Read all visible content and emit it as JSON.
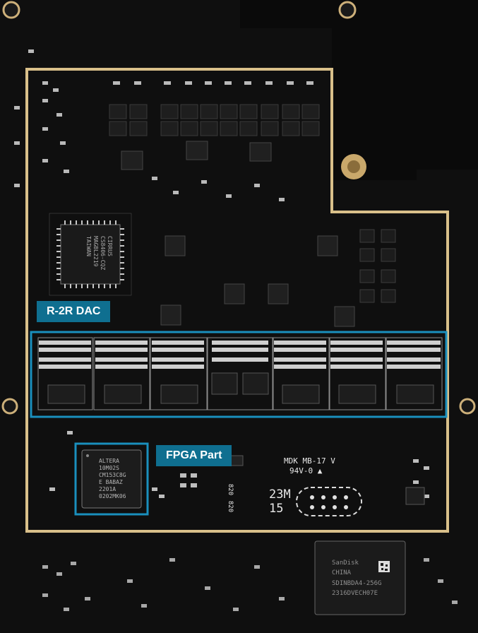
{
  "callouts": {
    "dac": "R-2R DAC",
    "fpga": "FPGA Part"
  },
  "silkscreen": {
    "board_id": "MDK MB-17 V",
    "flammability": "94V-0 ▲",
    "date_code_line1": "23M",
    "date_code_line2": "15",
    "resistor_labels": [
      "820",
      "820"
    ]
  },
  "chip_markings": {
    "dac_controller": [
      "CIRRUS",
      "CS8406-CQZ",
      "MAGBL2219",
      "TAIWAN"
    ],
    "fpga": [
      "ALTERA",
      "10M02S",
      "CM153C8G",
      "E BABAZ",
      "2201A",
      "0202MK06"
    ],
    "flash_storage": [
      "SanDisk",
      "CHINA",
      "SDINBDA4-256G",
      "2316DVECH07E"
    ]
  },
  "colors": {
    "board": "#0c0c0c",
    "gold_outline": "#d9c08a",
    "highlight_box": "#1a8fbd",
    "callout_bg": "#0f6f90"
  }
}
